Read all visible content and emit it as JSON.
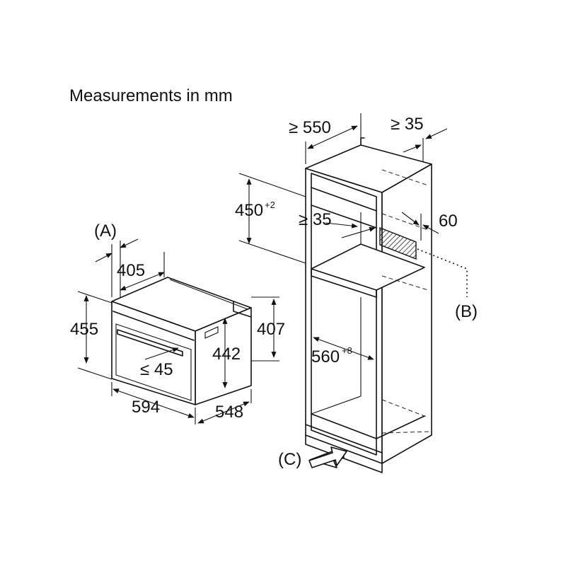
{
  "title": "Measurements in mm",
  "oven": {
    "label_a": "(A)",
    "depth_front": "405",
    "height_total": "455",
    "height_right": "407",
    "height_inner": "442",
    "handle_clearance": "≤ 45",
    "width": "594",
    "depth": "548"
  },
  "cabinet": {
    "depth_min": "≥ 550",
    "back_gap": "≥ 35",
    "shelf_height": "450",
    "shelf_height_tol": "+2",
    "shelf_gap": "≥ 35",
    "vent_size": "60",
    "label_b": "(B)",
    "inner_width": "560",
    "inner_width_tol": "+8",
    "label_c": "(C)"
  },
  "colors": {
    "line": "#111111",
    "background": "#ffffff"
  }
}
